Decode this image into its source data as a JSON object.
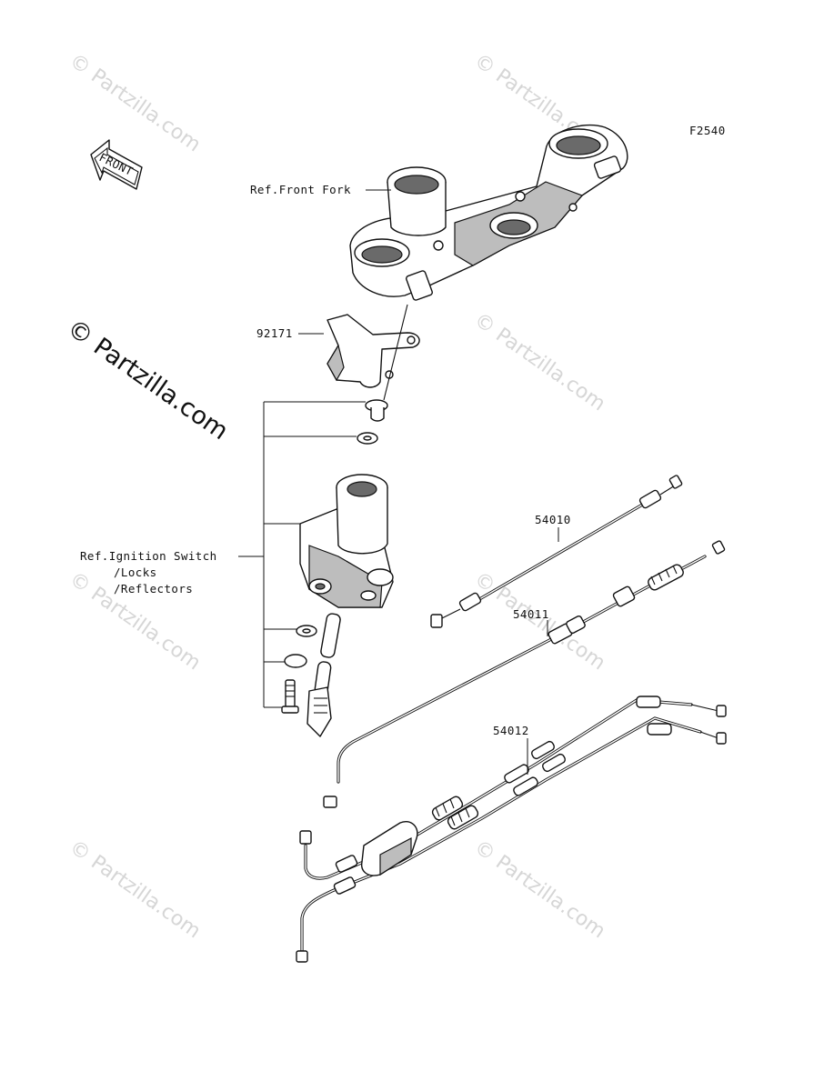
{
  "diagram": {
    "figure_code": "F2540",
    "front_indicator": "FRONT",
    "watermark_main": "© Partzilla.com",
    "watermark_repeat": "© Partzilla.com",
    "labels": {
      "front_fork": "Ref.Front Fork",
      "bracket": "92171",
      "ignition_line1": "Ref.Ignition Switch",
      "ignition_line2": "/Locks",
      "ignition_line3": "/Reflectors",
      "cable_clutch": "54010",
      "cable_choke": "54011",
      "cable_throttle": "54012"
    }
  }
}
